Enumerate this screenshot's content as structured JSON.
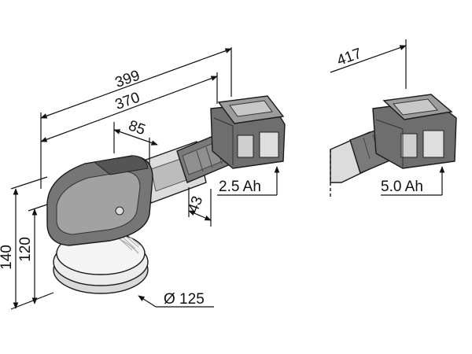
{
  "dimensions": {
    "length_overall": "399",
    "length_body": "370",
    "head_offset": "85",
    "grip_offset": "43",
    "height_overall": "140",
    "height_body": "120",
    "pad_diameter": "Ø 125",
    "length_large_battery": "417"
  },
  "batteries": {
    "small": "2.5 Ah",
    "large": "5.0 Ah"
  },
  "colors": {
    "body_dark": "#6b6b6b",
    "body_mid": "#9a9a9a",
    "body_light": "#cfcfcf",
    "pad": "#e6e6e6",
    "line": "#111111"
  }
}
